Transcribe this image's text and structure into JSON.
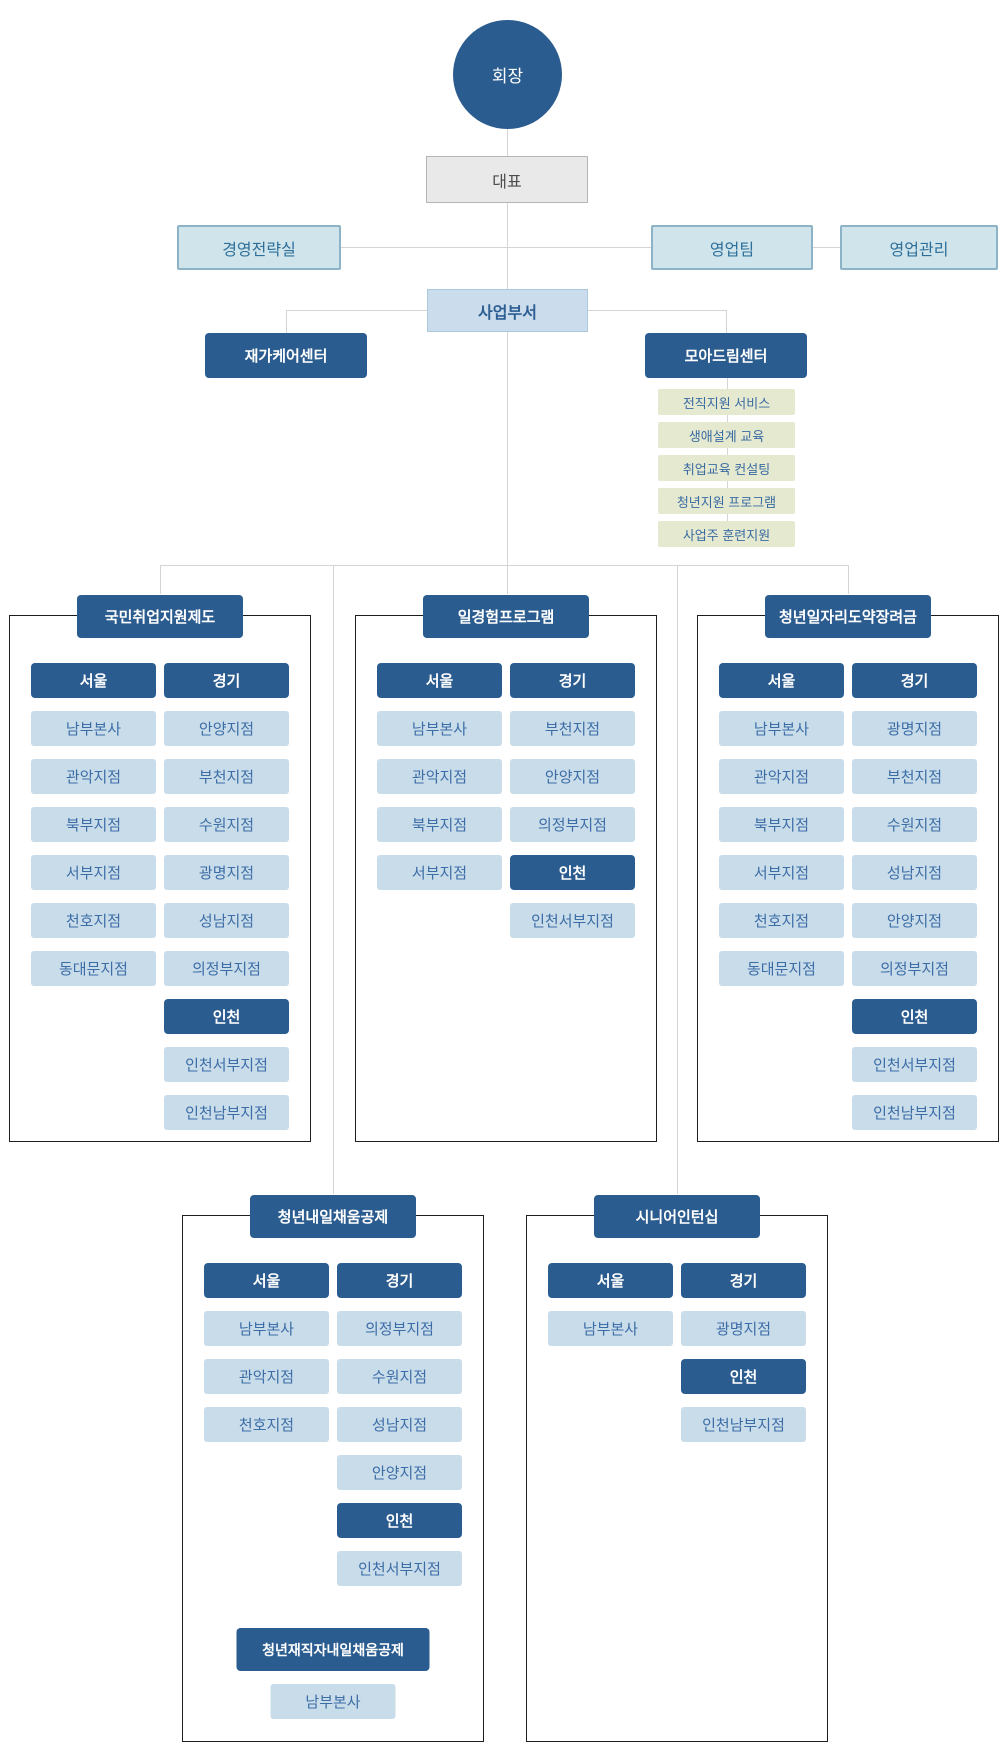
{
  "colors": {
    "dark_blue": "#2b5c8f",
    "light_blue_cell": "#c9dcea",
    "pale_blue_box": "#cfe4eb",
    "green_item": "#e5e9cf",
    "gray_box": "#e9e9e9",
    "line": "#d4d4d4"
  },
  "top": {
    "chairman": "회장",
    "ceo": "대표",
    "strategy_office": "경영전략실",
    "sales_team": "영업팀",
    "sales_admin": "영업관리",
    "business_division": "사업부서",
    "care_center": "재가케어센터",
    "moa_dream_center": "모아드림센터",
    "moa_services": [
      "전직지원 서비스",
      "생애설계 교육",
      "취업교육 컨설팅",
      "청년지원 프로그램",
      "사업주 훈련지원"
    ]
  },
  "sections": [
    {
      "title": "국민취업지원제도",
      "columns": [
        {
          "header": "서울",
          "items": [
            "남부본사",
            "관악지점",
            "북부지점",
            "서부지점",
            "천호지점",
            "동대문지점"
          ]
        },
        {
          "header": "경기",
          "items": [
            "안양지점",
            "부천지점",
            "수원지점",
            "광명지점",
            "성남지점",
            "의정부지점"
          ],
          "sub_header": "인천",
          "sub_items": [
            "인천서부지점",
            "인천남부지점"
          ]
        }
      ]
    },
    {
      "title": "일경험프로그램",
      "columns": [
        {
          "header": "서울",
          "items": [
            "남부본사",
            "관악지점",
            "북부지점",
            "서부지점"
          ]
        },
        {
          "header": "경기",
          "items": [
            "부천지점",
            "안양지점",
            "의정부지점"
          ],
          "sub_header": "인천",
          "sub_items": [
            "인천서부지점"
          ]
        }
      ]
    },
    {
      "title": "청년일자리도약장려금",
      "columns": [
        {
          "header": "서울",
          "items": [
            "남부본사",
            "관악지점",
            "북부지점",
            "서부지점",
            "천호지점",
            "동대문지점"
          ]
        },
        {
          "header": "경기",
          "items": [
            "광명지점",
            "부천지점",
            "수원지점",
            "성남지점",
            "안양지점",
            "의정부지점"
          ],
          "sub_header": "인천",
          "sub_items": [
            "인천서부지점",
            "인천남부지점"
          ]
        }
      ]
    },
    {
      "title": "청년내일채움공제",
      "columns": [
        {
          "header": "서울",
          "items": [
            "남부본사",
            "관악지점",
            "천호지점"
          ]
        },
        {
          "header": "경기",
          "items": [
            "의정부지점",
            "수원지점",
            "성남지점",
            "안양지점"
          ],
          "sub_header": "인천",
          "sub_items": [
            "인천서부지점"
          ]
        }
      ],
      "extra": {
        "title": "청년재직자내일채움공제",
        "items": [
          "남부본사"
        ]
      }
    },
    {
      "title": "시니어인턴십",
      "columns": [
        {
          "header": "서울",
          "items": [
            "남부본사"
          ]
        },
        {
          "header": "경기",
          "items": [
            "광명지점"
          ],
          "sub_header": "인천",
          "sub_items": [
            "인천남부지점"
          ]
        }
      ]
    }
  ]
}
